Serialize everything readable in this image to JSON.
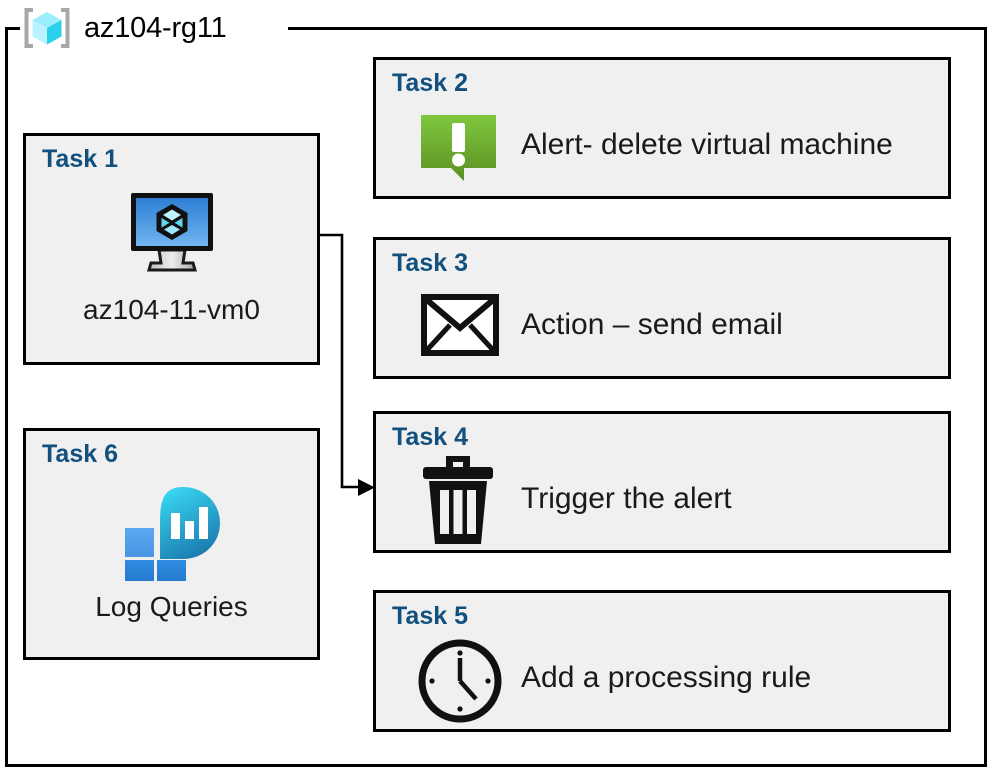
{
  "container": {
    "label": "az104-rg11",
    "icon": "azure-resource-group-icon",
    "border_color": "#000000"
  },
  "colors": {
    "task_title": "#12507E",
    "card_fill": "#f0f0f0",
    "card_border": "#000000",
    "alert_green_light": "#7DC142",
    "alert_green_dark": "#5A8F25",
    "vm_blue_light": "#5EA5E8",
    "vm_blue_dark": "#1B6EC2",
    "log_cyan": "#32D0E8",
    "log_teal": "#1E7FB0",
    "log_blue": "#2C87DC",
    "rg_icon_cube": "#50E6FF",
    "rg_icon_bracket": "#A8A8A8",
    "text": "#1a1a1a"
  },
  "cards": [
    {
      "id": "task-1",
      "title": "Task 1",
      "label": "az104-11-vm0",
      "icon": "virtual-machine-icon",
      "layout": "vertical"
    },
    {
      "id": "task-6",
      "title": "Task 6",
      "label": "Log Queries",
      "icon": "log-analytics-icon",
      "layout": "vertical"
    },
    {
      "id": "task-2",
      "title": "Task 2",
      "label": "Alert- delete virtual machine",
      "icon": "alert-bubble-icon",
      "layout": "horizontal"
    },
    {
      "id": "task-3",
      "title": "Task 3",
      "label": "Action – send email",
      "icon": "envelope-icon",
      "layout": "horizontal"
    },
    {
      "id": "task-4",
      "title": "Task 4",
      "label": "Trigger the alert",
      "icon": "trash-can-icon",
      "layout": "horizontal"
    },
    {
      "id": "task-5",
      "title": "Task 5",
      "label": "Add a processing rule",
      "icon": "clock-icon",
      "layout": "horizontal"
    }
  ],
  "connector": {
    "name": "vm-to-task4-connector",
    "from": "virtual-machine-icon",
    "to": "task-4",
    "arrowhead": "arrow-right"
  }
}
